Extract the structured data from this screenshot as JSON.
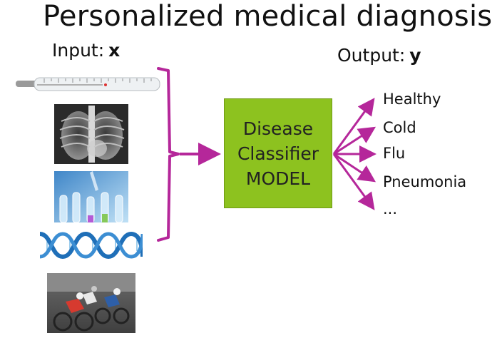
{
  "title": "Personalized medical diagnosis",
  "input": {
    "label": "Input:",
    "var": "x"
  },
  "output": {
    "label": "Output:",
    "var": "y"
  },
  "model": {
    "line1": "Disease",
    "line2": "Classifier",
    "line3": "MODEL"
  },
  "outputs": [
    "Healthy",
    "Cold",
    "Flu",
    "Pneumonia",
    "..."
  ],
  "inputs": [
    "thermometer-image",
    "chest-xray-image",
    "lab-test-tubes-image",
    "dna-helix-image",
    "cyclists-image"
  ],
  "colors": {
    "arrow": "#b5279a",
    "model": "#8dc21f"
  }
}
